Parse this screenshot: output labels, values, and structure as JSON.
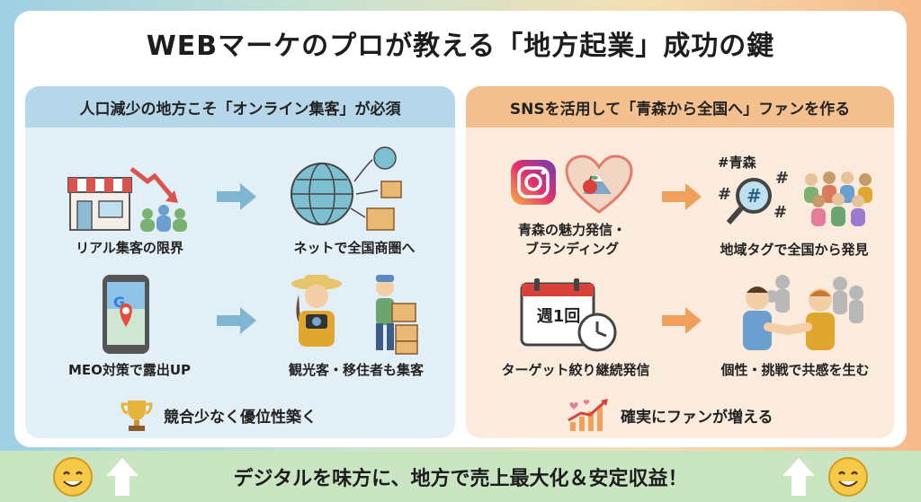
{
  "title": "WEBマーケのプロが教える「地方起業」成功の鍵",
  "left_panel": {
    "header": "人口減少の地方こそ「オンライン集客」が必須",
    "items": [
      {
        "label": "リアル集客の限界"
      },
      {
        "label": "ネットで全国商圏へ"
      },
      {
        "label": "MEO対策で露出UP"
      },
      {
        "label": "観光客・移住者も集客"
      }
    ],
    "summary": "競合少なく優位性築く",
    "icons": [
      "storefront-decline-icon",
      "globe-shipping-icon",
      "smartphone-map-icon",
      "tourist-mover-icon",
      "trophy-icon"
    ]
  },
  "right_panel": {
    "header": "SNSを活用して「青森から全国へ」ファンを作る",
    "items": [
      {
        "label_line1": "青森の魅力発信・",
        "label_line2": "ブランディング"
      },
      {
        "label": "地域タグで全国から発見"
      },
      {
        "label": "ターゲット絞り継続発信"
      },
      {
        "label": "個性・挑戦で共感を生む"
      }
    ],
    "hashtag": "#青森",
    "calendar_text": "週1回",
    "summary": "確実にファンが増える",
    "icons": [
      "instagram-icon",
      "apple-heart-icon",
      "hashtag-search-icon",
      "calendar-clock-icon",
      "handshake-icon",
      "growth-chart-icon"
    ]
  },
  "footer": {
    "text": "デジタルを味方に、地方で売上最大化＆安定収益！"
  },
  "colors": {
    "left_banner": "#b6d6ea",
    "left_panel": "#e3eff7",
    "right_banner": "#f4c08f",
    "right_panel": "#fbebdc",
    "footer": "#c9e5c2"
  }
}
